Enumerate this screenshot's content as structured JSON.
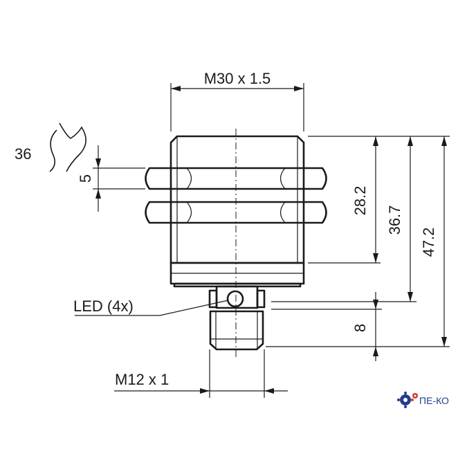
{
  "dimensions": {
    "thread_main": "M30 x 1.5",
    "wrench_size": "36",
    "nut_thickness": "5",
    "length_thread": "28.2",
    "length_body": "36.7",
    "length_total": "47.2",
    "connector_length": "8",
    "thread_connector": "M12 x 1"
  },
  "labels": {
    "led": "LED (4x)"
  },
  "logo": {
    "text": "ПЕ-КО",
    "color": "#1f3e8f",
    "accent_color": "#d23a2a"
  },
  "icons": {
    "wrench": "open-end-wrench-icon",
    "logo": "gear-logo-icon"
  }
}
